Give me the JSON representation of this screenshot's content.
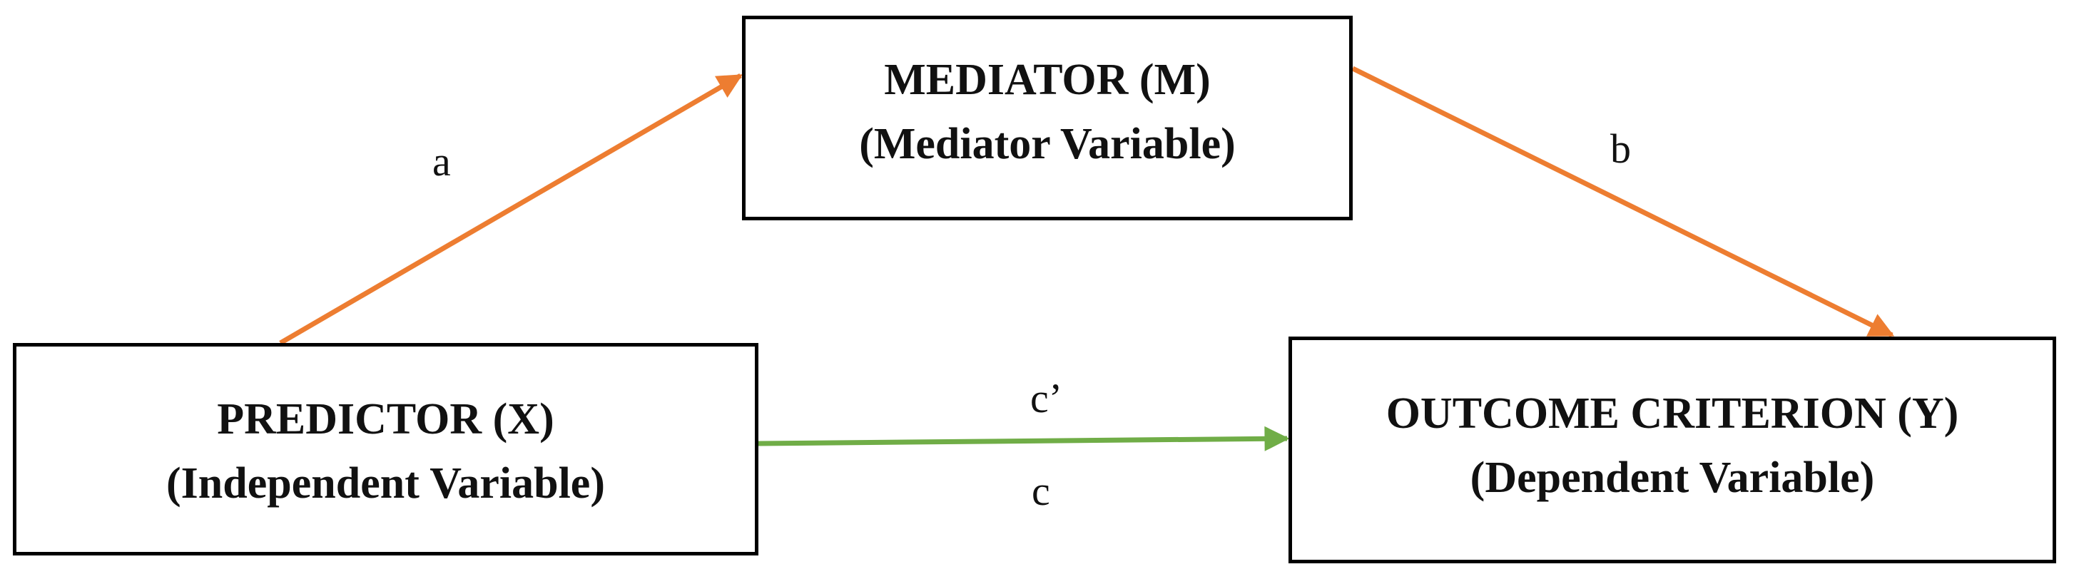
{
  "colors": {
    "indirect_path": "#ED7D31",
    "direct_path": "#70AD47",
    "box_border": "#000000",
    "text": "#111111"
  },
  "boxes": {
    "mediator": {
      "title": "MEDIATOR (M)",
      "subtitle": "(Mediator Variable)"
    },
    "predictor": {
      "title": "PREDICTOR (X)",
      "subtitle": "(Independent Variable)"
    },
    "outcome": {
      "title": "OUTCOME CRITERION (Y)",
      "subtitle": "(Dependent Variable)"
    }
  },
  "paths": {
    "a": "a",
    "b": "b",
    "c_prime": "c’",
    "c": "c"
  }
}
